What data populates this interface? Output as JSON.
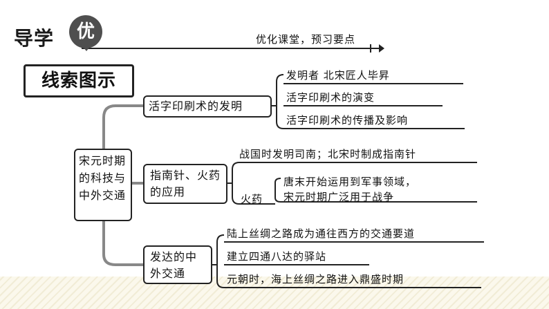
{
  "header": {
    "title": "导学",
    "badge": "优",
    "subtitle": "优化课堂，预习要点"
  },
  "diagram_title": "线索图示",
  "root": "宋元时期的科技与中外交通",
  "branches": [
    {
      "label": "活字印刷术的发明",
      "leaves": [
        "发明者  北宋匠人毕昇",
        "活字印刷术的演变",
        "活字印刷术的传播及影响"
      ]
    },
    {
      "label": "指南针、火药的应用",
      "leaves": [
        "战国时发明司南；北宋时制成指南针",
        "火药",
        "唐末开始运用到军事领域，",
        "宋元时期广泛用于战争"
      ]
    },
    {
      "label": "发达的中外交通",
      "leaves": [
        "陆上丝绸之路成为通往西方的交通要道",
        "建立四通八达的驿站",
        "元朝时，海上丝绸之路进入鼎盛时期"
      ]
    }
  ]
}
